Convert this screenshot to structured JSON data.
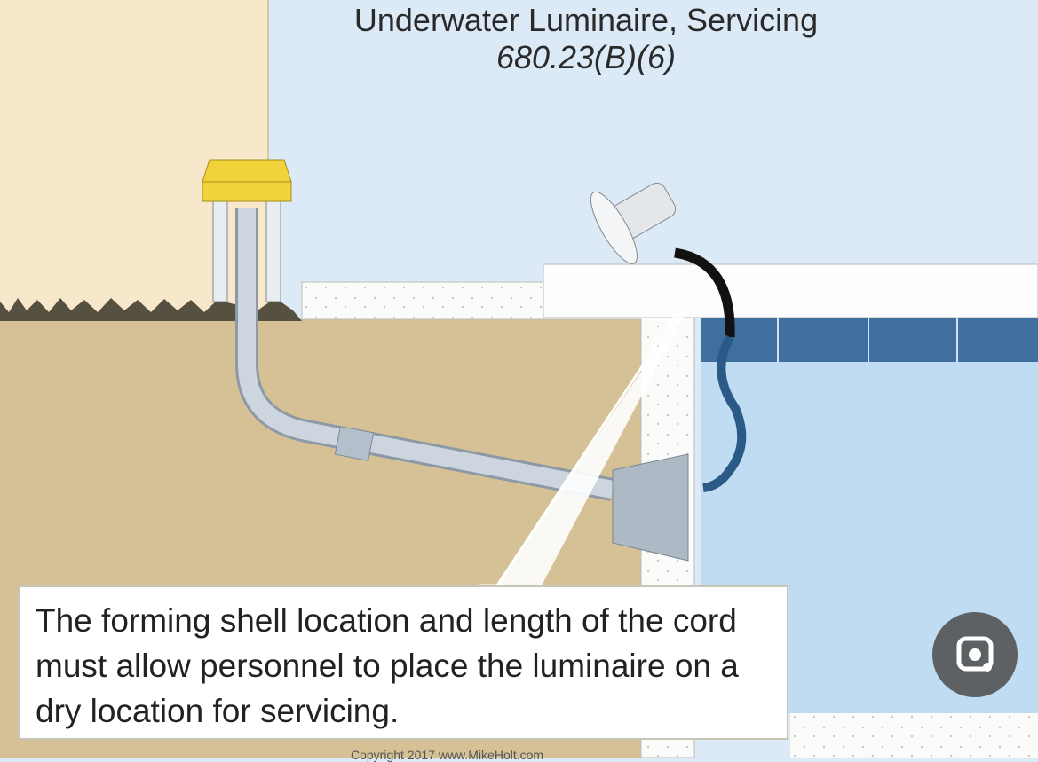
{
  "title": {
    "main": "Underwater Luminaire, Servicing",
    "code": "680.23(B)(6)"
  },
  "callout": {
    "text": "The forming shell location and length of the cord must allow personnel to place the luminaire on a dry location for servicing."
  },
  "copyright": "Copyright 2017 www.MikeHolt.com",
  "overlay": {
    "icon": "google-lens-icon"
  },
  "colors": {
    "wall": "#f7e8cc",
    "sky": "#dce9f6",
    "soil": "#d6c197",
    "water": "#bfdcf2",
    "tile": "#3e6f9e",
    "panel": "#f2d23a"
  }
}
